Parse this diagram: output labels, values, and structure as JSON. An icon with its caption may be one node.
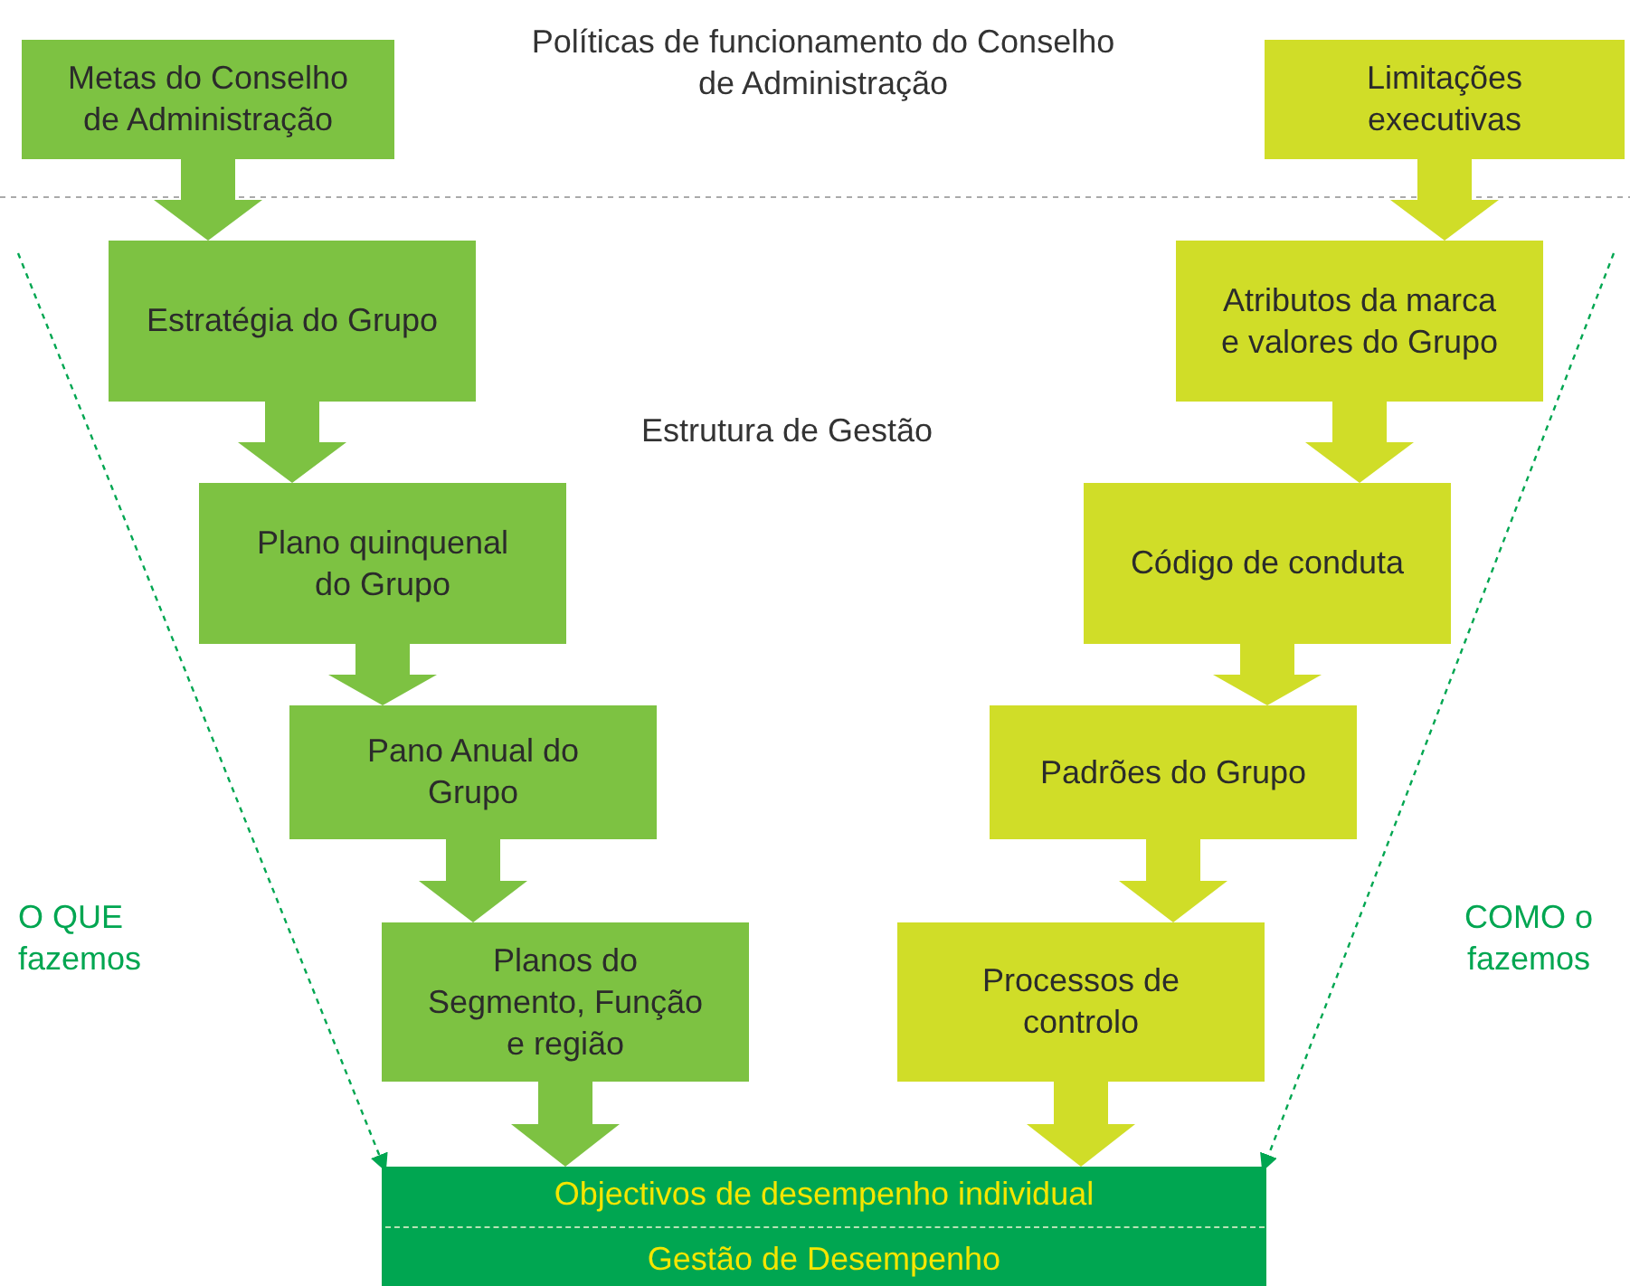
{
  "diagram": {
    "nodes": [
      {
        "text": [
          "Metas do Conselho de Administração"
        ]
      },
      {
        "text": [
          "Estratégia do Grupo"
        ]
      },
      {
        "text": [
          "Plano quinquenal do Grupo"
        ]
      },
      {
        "text": [
          "Pano Anual do Grupo"
        ]
      },
      {
        "text": [
          "Planos do Segmento, Função e região"
        ]
      },
      {
        "text": [
          "Limitações executivas"
        ]
      },
      {
        "text": [
          "Atributos da marca e valores do Grupo"
        ]
      },
      {
        "text": [
          "Código de conduta"
        ]
      },
      {
        "text": [
          "Padrões do Grupo"
        ]
      },
      {
        "text": [
          "Processos de controlo"
        ]
      },
      {
        "text": [
          "Objectivos de desempenho individual",
          "Gestão de Desempenho"
        ]
      }
    ],
    "edges": [
      {
        "from": 0,
        "to": 1,
        "arrow": "to",
        "style": "thick",
        "color": "#7dc242"
      },
      {
        "from": 1,
        "to": 2,
        "arrow": "to",
        "style": "thick",
        "color": "#7dc242"
      },
      {
        "from": 2,
        "to": 3,
        "arrow": "to",
        "style": "thick",
        "color": "#7dc242"
      },
      {
        "from": 3,
        "to": 4,
        "arrow": "to",
        "style": "thick",
        "color": "#7dc242"
      },
      {
        "from": 4,
        "to": 10,
        "arrow": "to",
        "style": "thick",
        "color": "#7dc242"
      },
      {
        "from": 5,
        "to": 6,
        "arrow": "to",
        "style": "thick",
        "color": "#d0dd28"
      },
      {
        "from": 6,
        "to": 7,
        "arrow": "to",
        "style": "thick",
        "color": "#d0dd28"
      },
      {
        "from": 7,
        "to": 8,
        "arrow": "to",
        "style": "thick",
        "color": "#d0dd28"
      },
      {
        "from": 8,
        "to": 9,
        "arrow": "to",
        "style": "thick",
        "color": "#d0dd28"
      },
      {
        "from": 9,
        "to": 10,
        "arrow": "to",
        "style": "thick",
        "color": "#d0dd28"
      },
      {
        "from": null,
        "to": 10,
        "arrow": "to",
        "style": "dashed",
        "color": "#00a651"
      },
      {
        "from": null,
        "to": 10,
        "arrow": "to",
        "style": "dashed",
        "color": "#00a651"
      }
    ],
    "labels": [
      "Políticas de funcionamento do Conselho de Administração",
      "Estrutura de Gestão",
      "O QUE fazemos",
      "COMO o fazemos"
    ]
  }
}
